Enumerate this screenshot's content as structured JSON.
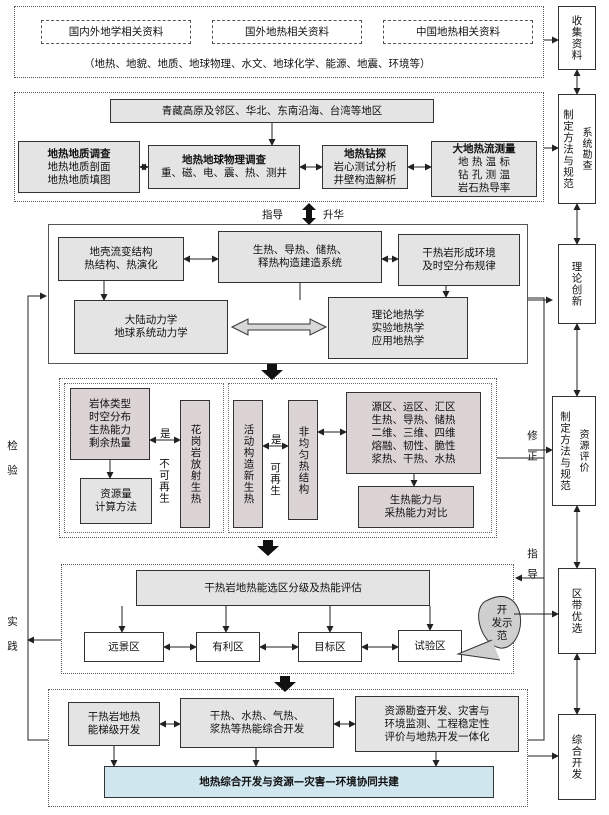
{
  "sec1": {
    "src1": "国内外地学相关资料",
    "src2": "国外地热相关资料",
    "src3": "中国地热相关资料",
    "subjects": "（地热、地貌、地质、地球物理、水文、地球化学、能源、地震、环境等）"
  },
  "sec2": {
    "regions": "青藏高原及邻区、华北、东南沿海、台湾等地区",
    "geo_survey_title": "地热地质调查",
    "geo_survey_detail": [
      "地热地质剖面",
      "地热地质填图"
    ],
    "geophys_title": "地热地球物理调查",
    "geophys_detail": "重、磁、电、震、热、测井",
    "drilling_title": "地热钻探",
    "drilling_detail": [
      "岩心测试分析",
      "井壁构造解析"
    ],
    "heatflow_title": "大地热流测量",
    "heatflow_detail": [
      "地 热 温 标",
      "钻 孔 测 温",
      "岩石热导率"
    ]
  },
  "between12": {
    "left": "指导",
    "right": "升华"
  },
  "sec3": {
    "crust": [
      "地壳流变结构",
      "热结构、热演化"
    ],
    "heat_system": [
      "生热、导热、储热、",
      "释热构造建造系统"
    ],
    "hdr_env": [
      "干热岩形成环境",
      "及时空分布规律"
    ],
    "dynamics": [
      "大陆动力学",
      "地球系统动力学"
    ],
    "theory": [
      "理论地热学",
      "实验地热学",
      "应用地热学"
    ]
  },
  "sec4": {
    "rock_type": [
      "岩体类型",
      "时空分布",
      "生热能力",
      "剩余热量"
    ],
    "yes1": "是",
    "no_renew1": "不可再生",
    "granite": "花岗岩放射生热",
    "resource_calc": [
      "资源量",
      "计算方法"
    ],
    "active": "活动构造新生热",
    "yes2": "是",
    "can_renew": "可再生",
    "uneven": "非均匀热结构",
    "source_block": [
      "源区、运区、汇区",
      "生热、导热、储热",
      "二维、三维、四维",
      "熔融、韧性、脆性",
      "浆热、干热、水热"
    ],
    "capacity": [
      "生热能力与",
      "采热能力对比"
    ]
  },
  "sec5": {
    "rating": "干热岩地热能选区分级及热能评估",
    "prospect": "远景区",
    "favorable": "有利区",
    "target": "目标区",
    "pilot": "试验区",
    "demo": [
      "开",
      "发示",
      "范"
    ]
  },
  "sec6": {
    "cascade": [
      "干热岩地热",
      "能梯级开发"
    ],
    "integrated": [
      "干热、水热、气热、",
      "浆热等热能综合开发"
    ],
    "unified": [
      "资源勘查开发、灾害与",
      "环境监测、工程稳定性",
      "评价与地热开发一体化"
    ],
    "final": "地热综合开发与资源—灾害—环境协同共建"
  },
  "right_side": {
    "collect": "收集资料",
    "method1": "制定方法与规范",
    "method1_sub": "系统勘查",
    "theory": "理论创新",
    "method2": "制定方法与规范",
    "method2_sub": "资源评价",
    "zone": "区带优选",
    "develop": "综合开发"
  },
  "side_labels": {
    "check": "检验",
    "practice": "实践",
    "revise": "修正",
    "guide": "指导"
  }
}
